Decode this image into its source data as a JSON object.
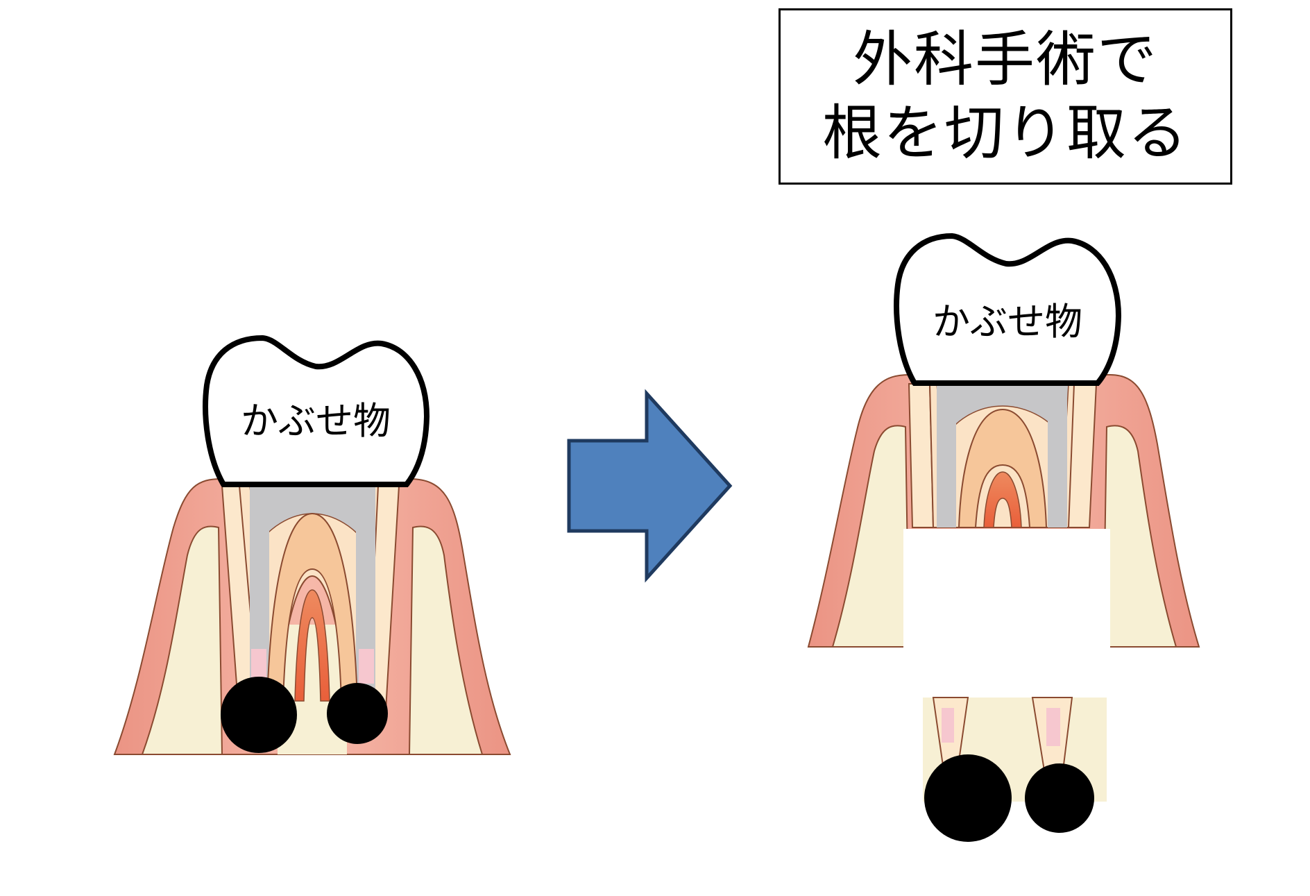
{
  "title": {
    "line1": "外科手術で",
    "line2": "根を切り取る"
  },
  "before": {
    "crown_label": "かぶせ物"
  },
  "after": {
    "crown_label": "かぶせ物"
  },
  "colors": {
    "gum": "#f2a899",
    "gum_outline": "#8a4a30",
    "bone": "#f7f0d4",
    "dentin": "#fbe3c6",
    "root_wall": "#fce8cc",
    "pulp_outer": "#f6c69a",
    "pulp_inner": "#ec6e46",
    "post": "#c6c6c8",
    "canal_tip": "#f6c7cf",
    "lesion": "#000000",
    "arrow_fill": "#4f81bd",
    "arrow_stroke": "#1f3a5f"
  }
}
